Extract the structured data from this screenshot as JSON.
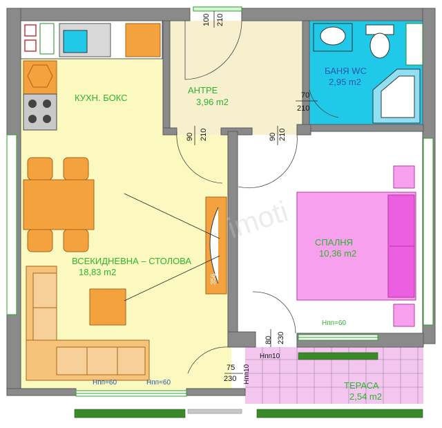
{
  "colors": {
    "wall": "#8a8a8a",
    "wall_dark": "#5a5a5a",
    "living_floor": "#fbf9c0",
    "hall_floor": "#f7f0cf",
    "bath_floor": "#21c9e9",
    "bedroom_floor": "#ffffff",
    "terrace_floor": "#f2c6ef",
    "bed": "#f7a1ee",
    "bed_dark": "#ec5fe0",
    "furniture": "#f3a23d",
    "sofa": "#f6c37a",
    "label_green": "#2db52d",
    "label_blue": "#1a5aa8"
  },
  "rooms": {
    "kitchen": {
      "name": "КУХН. БОКС"
    },
    "entrance": {
      "name": "АНТРЕ",
      "area": "3,96 m2"
    },
    "bathroom": {
      "name": "БАНЯ WC",
      "area": "2,95 m2"
    },
    "bedroom": {
      "name": "СПАЛНЯ",
      "area": "10,36 m2"
    },
    "living": {
      "name": "ВСЕКИДНЕВНА – СТОЛОВА",
      "area": "18,83 m2"
    },
    "terrace": {
      "name": "ТЕРАСА",
      "area": "2,54 m2"
    }
  },
  "doors": {
    "entrance_top": {
      "w": "100",
      "h": "210"
    },
    "bath": {
      "w": "70",
      "h": "210"
    },
    "living": {
      "w": "90",
      "h": "210"
    },
    "bedroom": {
      "w": "90",
      "h": "210"
    },
    "terrace_bedroom": {
      "w": "80",
      "h": "230"
    },
    "terrace_living": {
      "w": "75",
      "h": "230"
    }
  },
  "windows": {
    "bedroom_sill": "Hпп=60",
    "living_sill_1": "Hпп=60",
    "living_sill_2": "Hпп=60",
    "terrace_sill": "Hпп10",
    "terrace_side": "Hпп10"
  },
  "tv_stand_label": "356",
  "watermark": "imoti"
}
